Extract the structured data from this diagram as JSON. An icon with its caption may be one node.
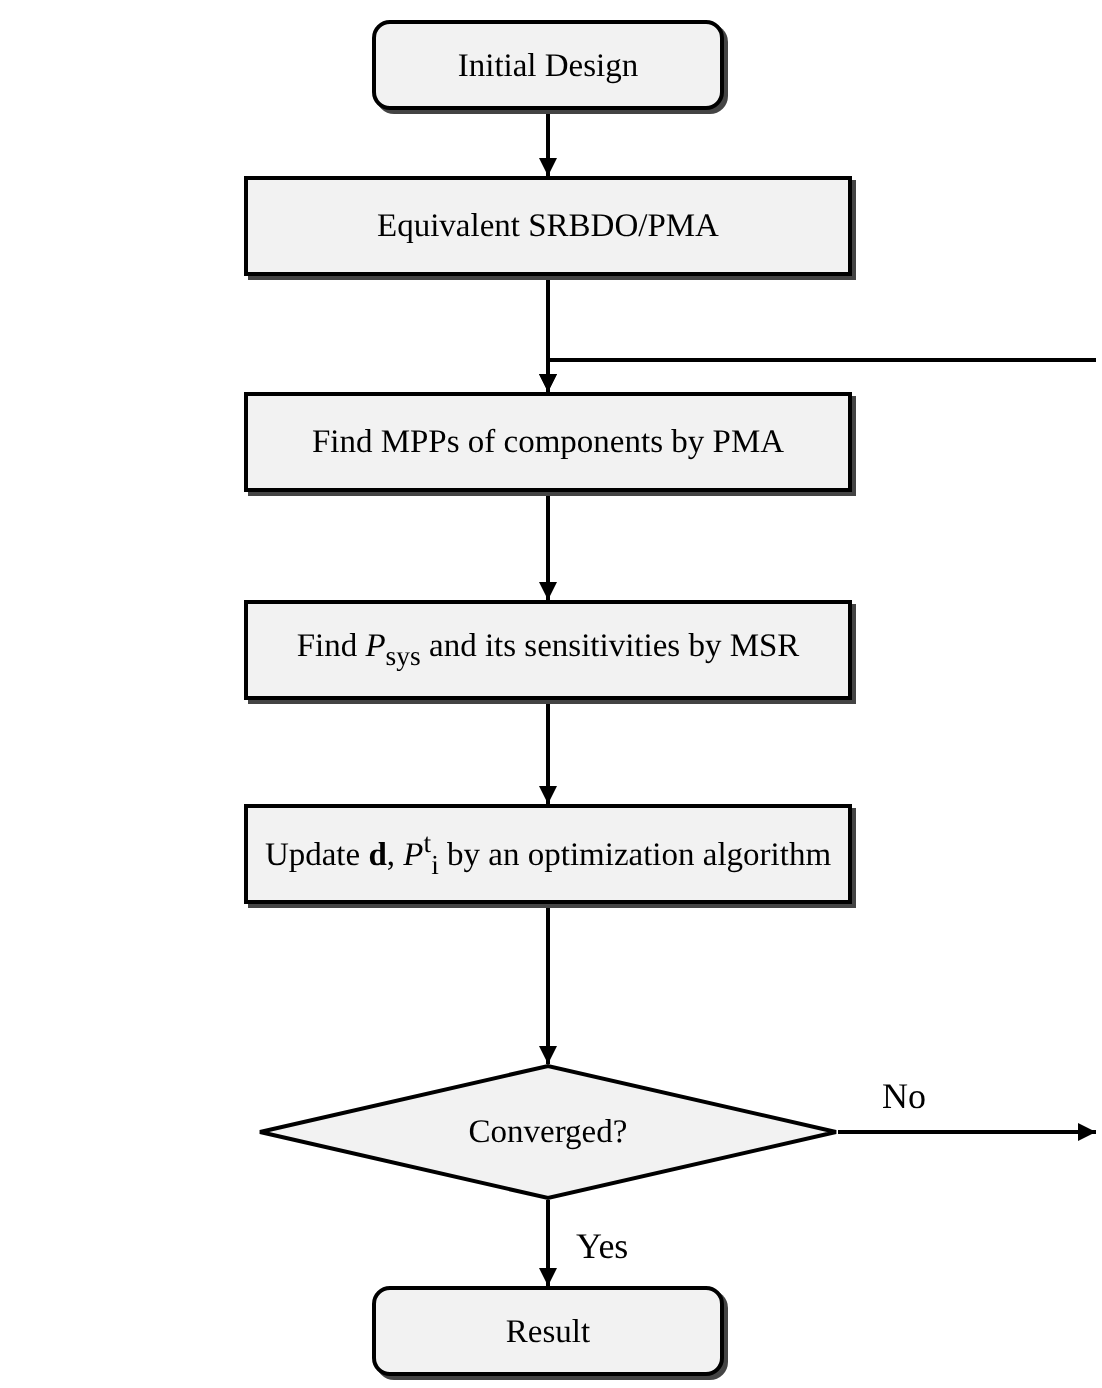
{
  "diagram": {
    "nodes": [
      {
        "text": [
          "Initial Design"
        ]
      },
      {
        "text": [
          "Equivalent SRBDO/PMA"
        ]
      },
      {
        "text": [
          "Find MPPs of components by PMA"
        ]
      },
      {
        "text": [
          "Find *P*$_{sys}$ and its sensitivities by MSR"
        ]
      },
      {
        "text": [
          "Update **d**, *P*$^{t}$$_{i}$ by an optimization algorithm"
        ]
      },
      {
        "text": [
          "Converged?"
        ]
      },
      {
        "text": [
          "Result"
        ]
      }
    ],
    "edges": [
      {
        "from": 0,
        "to": 1,
        "arrow": "to"
      },
      {
        "from": 1,
        "to": 2,
        "arrow": "to"
      },
      {
        "from": 2,
        "to": 3,
        "arrow": "to"
      },
      {
        "from": 3,
        "to": 4,
        "arrow": "to"
      },
      {
        "from": 4,
        "to": 5,
        "arrow": "to"
      },
      {
        "from": 5,
        "to": 6,
        "arrow": "to",
        "label": "Yes"
      },
      {
        "from": 5,
        "to": null,
        "arrow": "to",
        "label": "No"
      },
      {
        "from": null,
        "to": 2,
        "arrow": "to"
      }
    ]
  }
}
